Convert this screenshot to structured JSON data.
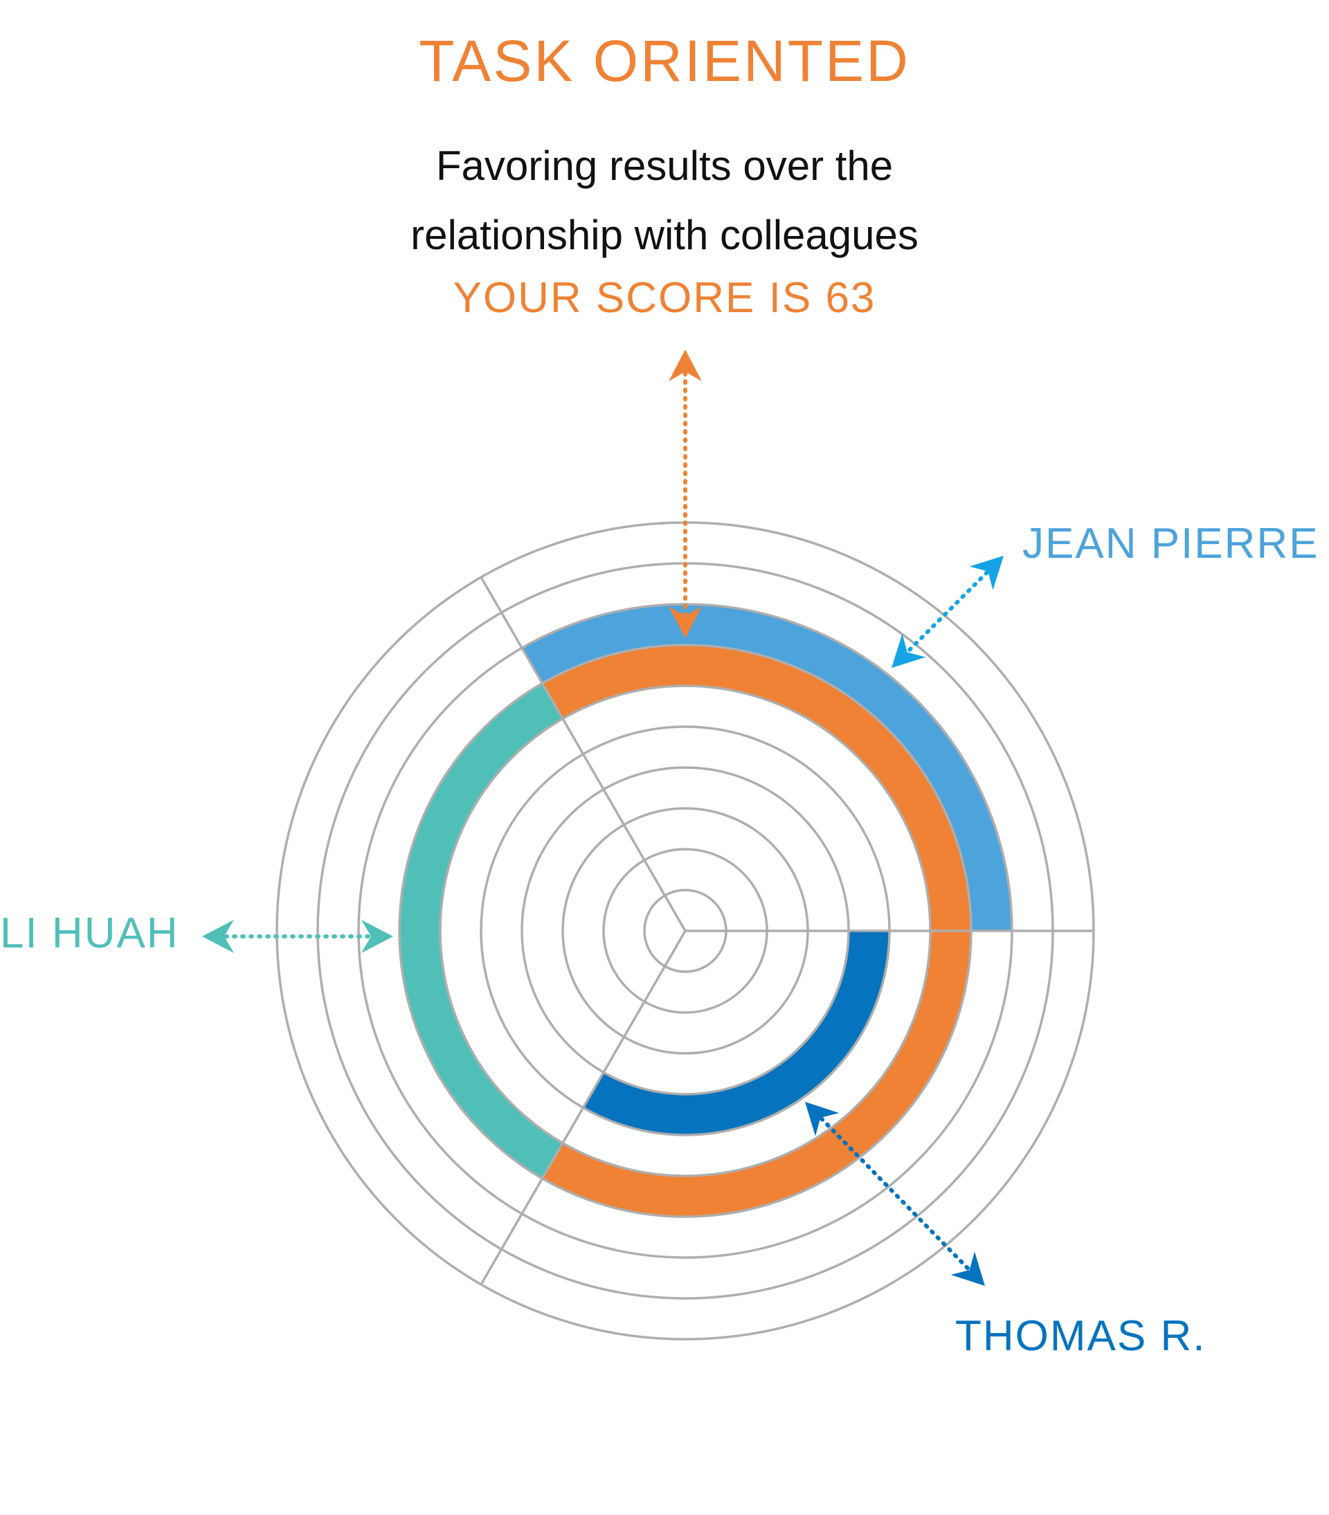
{
  "header": {
    "title": "TASK ORIENTED",
    "subtitle_line1": "Favoring results over the",
    "subtitle_line2": "relationship with colleagues",
    "score_text": "YOUR SCORE IS 63"
  },
  "colors": {
    "accent_orange": "#EF8235",
    "jean_pierre": "#4DA3DB",
    "li_huah": "#50BFB8",
    "thomas_r": "#0573BE",
    "grid": "#AEAEAE",
    "jean_pierre_pointer": "#14A4E6"
  },
  "chart_data": {
    "type": "radial-bar",
    "title": "TASK ORIENTED",
    "ring_count": 10,
    "series": [
      {
        "name": "YOU",
        "value": 7,
        "start_deg": -30,
        "end_deg": 210,
        "color": "#EF8235"
      },
      {
        "name": "JEAN PIERRE",
        "value": 8,
        "start_deg": -30,
        "end_deg": 90,
        "color": "#4DA3DB"
      },
      {
        "name": "LI HUAH",
        "value": 7,
        "start_deg": 210,
        "end_deg": 330,
        "color": "#50BFB8"
      },
      {
        "name": "THOMAS R.",
        "value": 5,
        "start_deg": 90,
        "end_deg": 210,
        "color": "#0573BE"
      }
    ],
    "labels": [
      "JEAN PIERRE",
      "LI HUAH",
      "THOMAS R."
    ]
  }
}
